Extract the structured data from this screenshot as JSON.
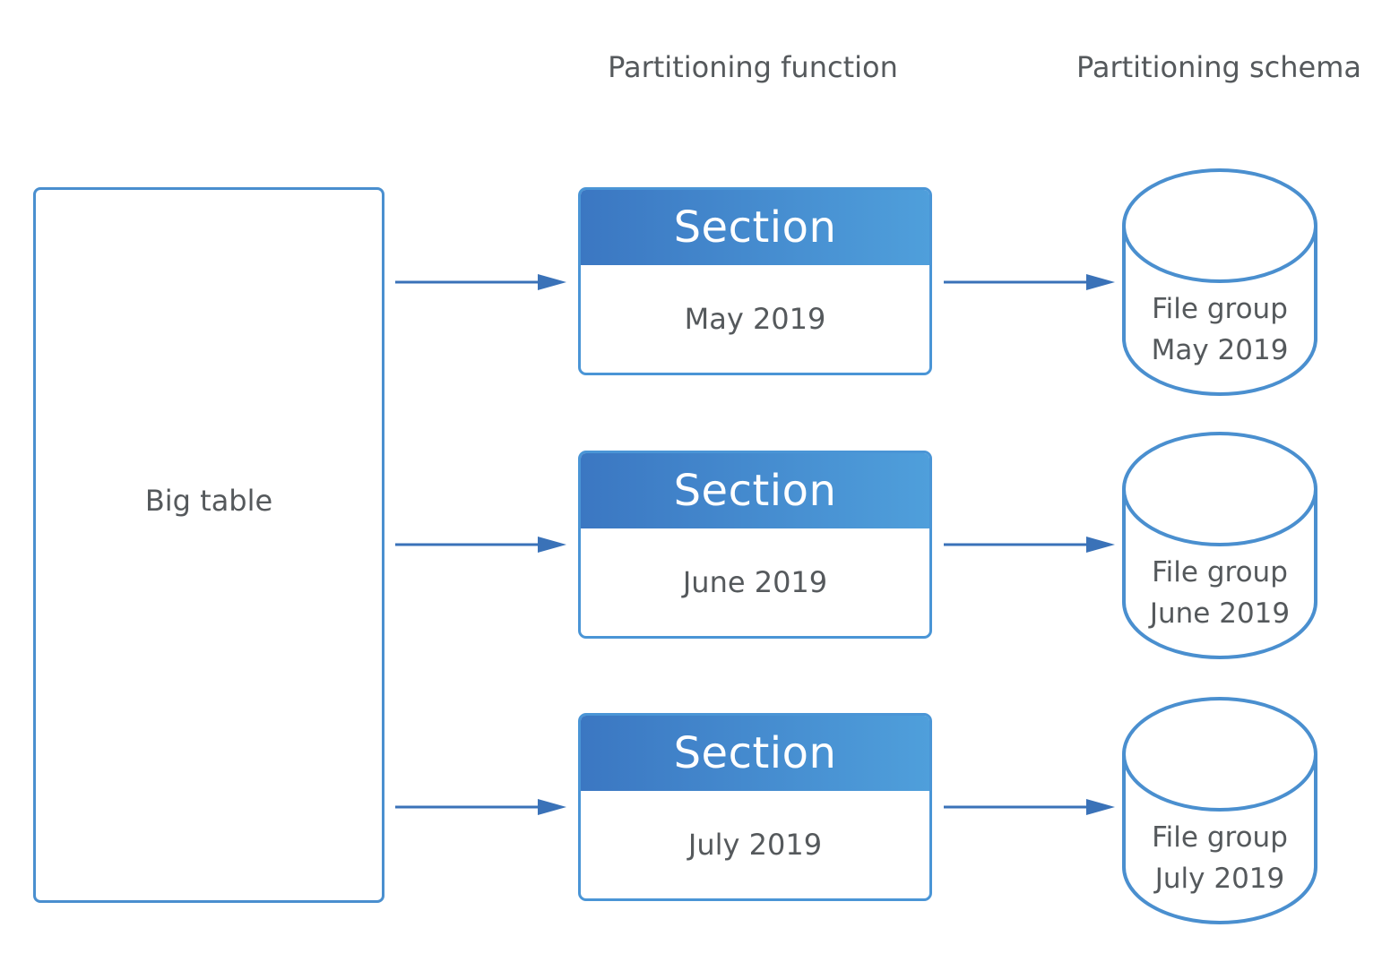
{
  "headings": {
    "function": "Partitioning function",
    "schema": "Partitioning schema"
  },
  "big_table": {
    "label": "Big table"
  },
  "sections": [
    {
      "header": "Section",
      "period": "May 2019"
    },
    {
      "header": "Section",
      "period": "June 2019"
    },
    {
      "header": "Section",
      "period": "July 2019"
    }
  ],
  "file_groups": [
    {
      "line1": "File group",
      "line2": "May 2019"
    },
    {
      "line1": "File group",
      "line2": "June 2019"
    },
    {
      "line1": "File group",
      "line2": "July 2019"
    }
  ],
  "colors": {
    "stroke": "#4a8fcf",
    "header_start": "#3b77c2",
    "header_end": "#4f9fdb",
    "arrow": "#3a72b8",
    "text": "#55595c"
  }
}
